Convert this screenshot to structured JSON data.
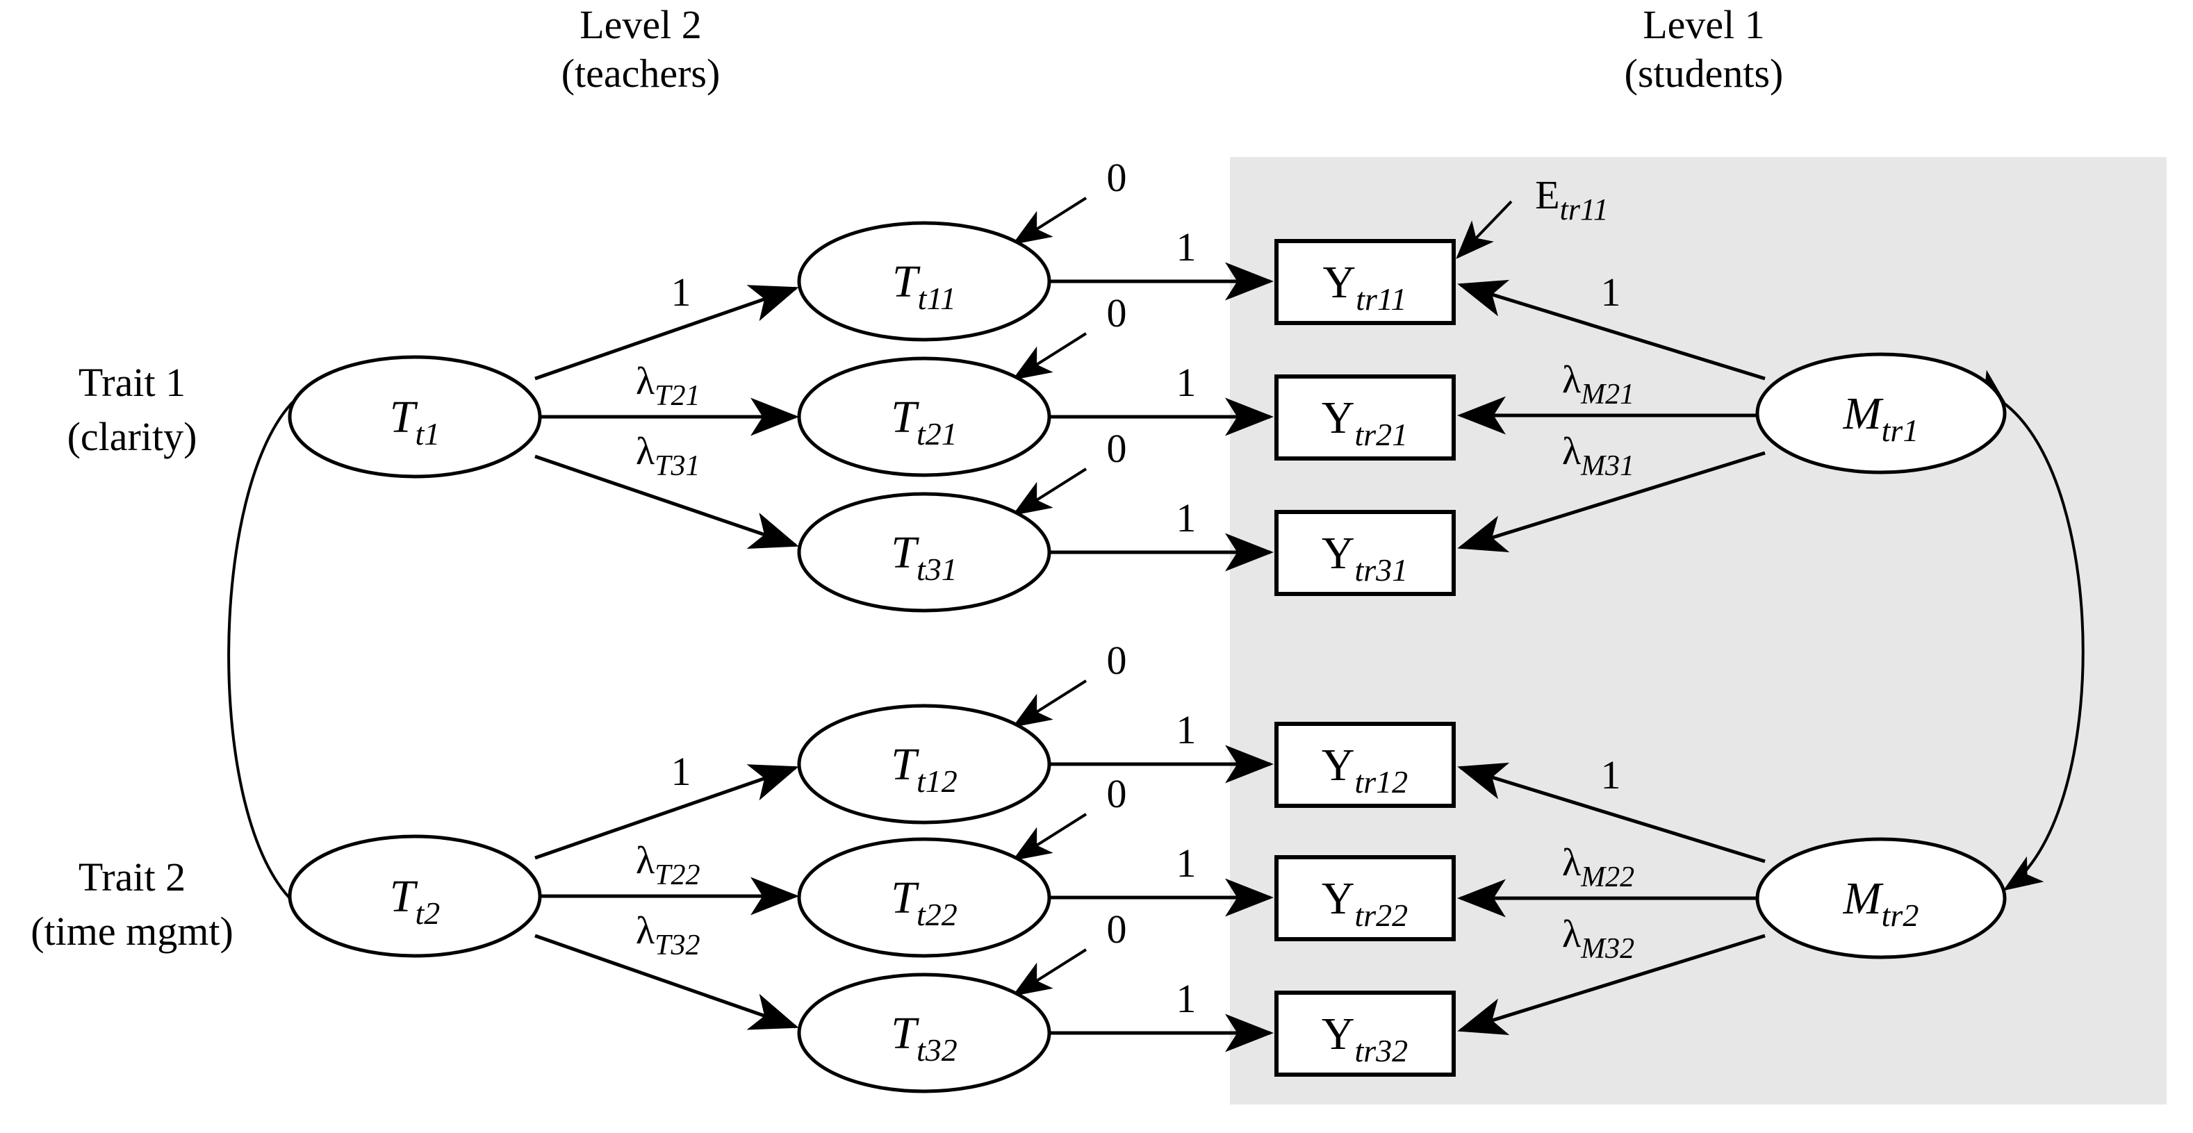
{
  "diagram": {
    "title": "Multilevel multitrait-multimethod CFA path diagram",
    "headers": {
      "level2_line1": "Level 2",
      "level2_line2": "(teachers)",
      "level1_line1": "Level 1",
      "level1_line2": "(students)"
    },
    "side_labels": [
      {
        "line1": "Trait 1",
        "line2": "(clarity)"
      },
      {
        "line1": "Trait 2",
        "line2": "(time mgmt)"
      }
    ],
    "colors": {
      "panel_background": "#e7e7e7",
      "page_background": "#ffffff",
      "stroke": "#000000",
      "node_fill": "#ffffff"
    },
    "trait_factors": [
      {
        "base": "T",
        "sub": "t1"
      },
      {
        "base": "T",
        "sub": "t2"
      }
    ],
    "level2_indicators": [
      {
        "base": "T",
        "sub": "t11"
      },
      {
        "base": "T",
        "sub": "t21"
      },
      {
        "base": "T",
        "sub": "t31"
      },
      {
        "base": "T",
        "sub": "t12"
      },
      {
        "base": "T",
        "sub": "t22"
      },
      {
        "base": "T",
        "sub": "t32"
      }
    ],
    "level1_indicators": [
      {
        "base": "Y",
        "sub": "tr11"
      },
      {
        "base": "Y",
        "sub": "tr21"
      },
      {
        "base": "Y",
        "sub": "tr31"
      },
      {
        "base": "Y",
        "sub": "tr12"
      },
      {
        "base": "Y",
        "sub": "tr22"
      },
      {
        "base": "Y",
        "sub": "tr32"
      }
    ],
    "method_factors": [
      {
        "base": "M",
        "sub": "tr1"
      },
      {
        "base": "M",
        "sub": "tr2"
      }
    ],
    "error_label": {
      "base": "E",
      "sub": "tr11"
    },
    "trait_loadings": [
      {
        "text": "1",
        "kind": "fixed"
      },
      {
        "base": "λ",
        "sub": "T21",
        "kind": "free"
      },
      {
        "base": "λ",
        "sub": "T31",
        "kind": "free"
      },
      {
        "text": "1",
        "kind": "fixed"
      },
      {
        "base": "λ",
        "sub": "T22",
        "kind": "free"
      },
      {
        "base": "λ",
        "sub": "T32",
        "kind": "free"
      }
    ],
    "method_loadings": [
      {
        "text": "1",
        "kind": "fixed"
      },
      {
        "base": "λ",
        "sub": "M21",
        "kind": "free"
      },
      {
        "base": "λ",
        "sub": "M31",
        "kind": "free"
      },
      {
        "text": "1",
        "kind": "fixed"
      },
      {
        "base": "λ",
        "sub": "M22",
        "kind": "free"
      },
      {
        "base": "λ",
        "sub": "M32",
        "kind": "free"
      }
    ],
    "residual_zeros": [
      "0",
      "0",
      "0",
      "0",
      "0",
      "0"
    ],
    "between_to_within_coefs": [
      "1",
      "1",
      "1",
      "1",
      "1",
      "1"
    ]
  }
}
